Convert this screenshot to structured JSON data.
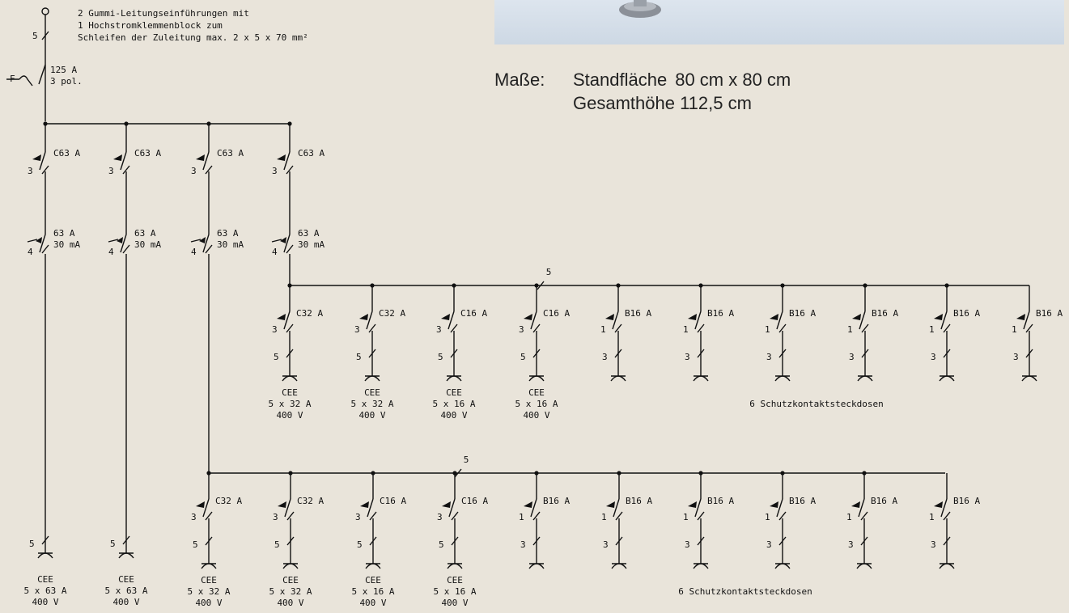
{
  "photo": {
    "caption": ""
  },
  "measures": {
    "label": "Maße:",
    "footprint_label": "Standfläche",
    "footprint_value": "80 cm x 80 cm",
    "height_text": "Gesamthöhe 112,5 cm"
  },
  "feed": {
    "note_lines": [
      "2 Gummi-Leitungseinführungen mit",
      "1 Hochstromklemmenblock zum",
      "Schleifen der Zuleitung max. 2 x 5 x 70 mm²"
    ],
    "conductors": "5",
    "main_switch_symbol": "F",
    "main_switch_rating": "125 A",
    "main_switch_poles": "3 pol."
  },
  "main_branches": [
    {
      "mcb": "C63 A",
      "mcb_poles": "3",
      "rcd": "63 A",
      "rcd_ma": "30 mA",
      "rcd_poles": "4",
      "outlet": {
        "poles": "5",
        "label": [
          "CEE",
          "5 x 63 A",
          "400 V"
        ]
      }
    },
    {
      "mcb": "C63 A",
      "mcb_poles": "3",
      "rcd": "63 A",
      "rcd_ma": "30 mA",
      "rcd_poles": "4",
      "outlet": {
        "poles": "5",
        "label": [
          "CEE",
          "5 x 63 A",
          "400 V"
        ]
      }
    },
    {
      "mcb": "C63 A",
      "mcb_poles": "3",
      "rcd": "63 A",
      "rcd_ma": "30 mA",
      "rcd_poles": "4",
      "outlet": null
    },
    {
      "mcb": "C63 A",
      "mcb_poles": "3",
      "rcd": "63 A",
      "rcd_ma": "30 mA",
      "rcd_poles": "4",
      "outlet": null
    }
  ],
  "sub_busses": [
    {
      "conductors": "5",
      "branches": [
        {
          "mcb": "C32 A",
          "mcb_poles": "3",
          "outlet_poles": "5",
          "label": [
            "CEE",
            "5 x 32 A",
            "400 V"
          ]
        },
        {
          "mcb": "C32 A",
          "mcb_poles": "3",
          "outlet_poles": "5",
          "label": [
            "CEE",
            "5 x 32 A",
            "400 V"
          ]
        },
        {
          "mcb": "C16 A",
          "mcb_poles": "3",
          "outlet_poles": "5",
          "label": [
            "CEE",
            "5 x 16 A",
            "400 V"
          ]
        },
        {
          "mcb": "C16 A",
          "mcb_poles": "3",
          "outlet_poles": "5",
          "label": [
            "CEE",
            "5 x 16 A",
            "400 V"
          ]
        },
        {
          "mcb": "B16 A",
          "mcb_poles": "1",
          "outlet_poles": "3",
          "label": []
        },
        {
          "mcb": "B16 A",
          "mcb_poles": "1",
          "outlet_poles": "3",
          "label": []
        },
        {
          "mcb": "B16 A",
          "mcb_poles": "1",
          "outlet_poles": "3",
          "label": []
        },
        {
          "mcb": "B16 A",
          "mcb_poles": "1",
          "outlet_poles": "3",
          "label": []
        },
        {
          "mcb": "B16 A",
          "mcb_poles": "1",
          "outlet_poles": "3",
          "label": []
        },
        {
          "mcb": "B16 A",
          "mcb_poles": "1",
          "outlet_poles": "3",
          "label": []
        }
      ],
      "socket_group_label": "6 Schutzkontaktsteckdosen"
    },
    {
      "conductors": "5",
      "branches": [
        {
          "mcb": "C32 A",
          "mcb_poles": "3",
          "outlet_poles": "5",
          "label": [
            "CEE",
            "5 x 32 A",
            "400 V"
          ]
        },
        {
          "mcb": "C32 A",
          "mcb_poles": "3",
          "outlet_poles": "5",
          "label": [
            "CEE",
            "5 x 32 A",
            "400 V"
          ]
        },
        {
          "mcb": "C16 A",
          "mcb_poles": "3",
          "outlet_poles": "5",
          "label": [
            "CEE",
            "5 x 16 A",
            "400 V"
          ]
        },
        {
          "mcb": "C16 A",
          "mcb_poles": "3",
          "outlet_poles": "5",
          "label": [
            "CEE",
            "5 x 16 A",
            "400 V"
          ]
        },
        {
          "mcb": "B16 A",
          "mcb_poles": "1",
          "outlet_poles": "3",
          "label": []
        },
        {
          "mcb": "B16 A",
          "mcb_poles": "1",
          "outlet_poles": "3",
          "label": []
        },
        {
          "mcb": "B16 A",
          "mcb_poles": "1",
          "outlet_poles": "3",
          "label": []
        },
        {
          "mcb": "B16 A",
          "mcb_poles": "1",
          "outlet_poles": "3",
          "label": []
        },
        {
          "mcb": "B16 A",
          "mcb_poles": "1",
          "outlet_poles": "3",
          "label": []
        },
        {
          "mcb": "B16 A",
          "mcb_poles": "1",
          "outlet_poles": "3",
          "label": []
        }
      ],
      "socket_group_label": "6 Schutzkontaktsteckdosen"
    }
  ]
}
